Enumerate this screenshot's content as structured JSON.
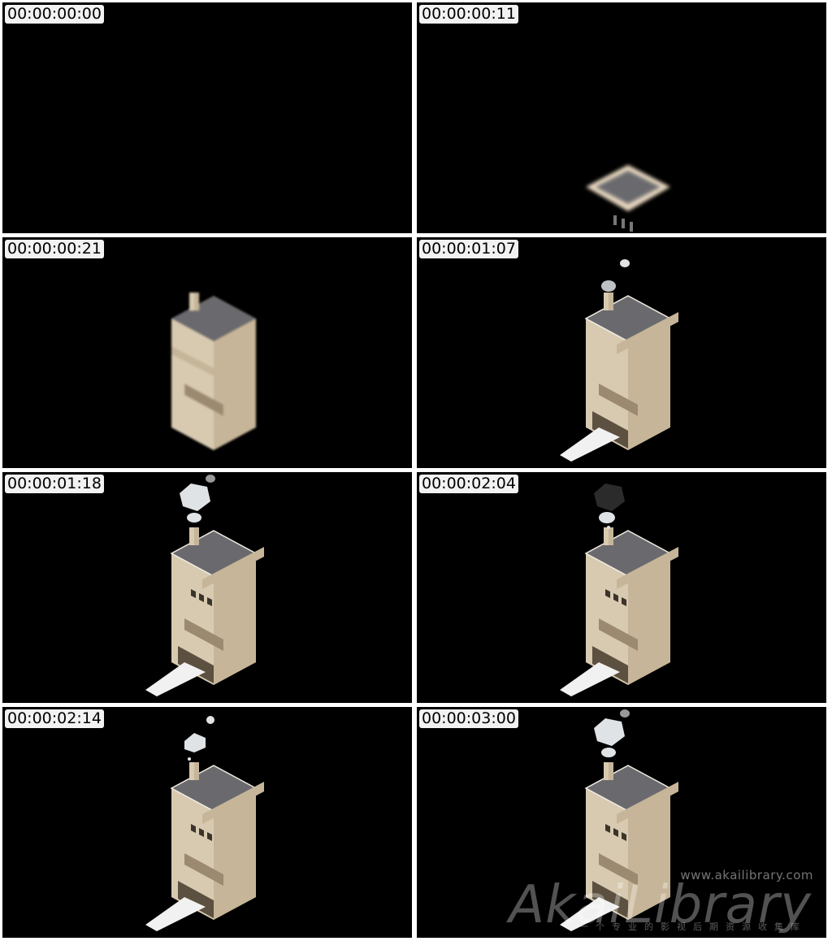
{
  "frames": [
    {
      "timestamp": "00:00:00:00",
      "stage": 0
    },
    {
      "timestamp": "00:00:00:11",
      "stage": 1
    },
    {
      "timestamp": "00:00:00:21",
      "stage": 2
    },
    {
      "timestamp": "00:00:01:07",
      "stage": 3
    },
    {
      "timestamp": "00:00:01:18",
      "stage": 4
    },
    {
      "timestamp": "00:00:02:04",
      "stage": 5
    },
    {
      "timestamp": "00:00:02:14",
      "stage": 6
    },
    {
      "timestamp": "00:00:03:00",
      "stage": 7
    }
  ],
  "colors": {
    "background": "#000000",
    "wall_light": "#d8cab1",
    "wall_dark": "#c6b598",
    "roof": "#6a6a6e",
    "band": "#9b8a6f",
    "smoke_light": "#dfe3e6",
    "smoke_dark": "#2b2b2b",
    "ramp": "#f1f1f1"
  },
  "watermark": {
    "url": "www.akailibrary.com",
    "logo": "AkaiLibrary",
    "subtitle": "一个专业的影视后期资源收集库"
  }
}
